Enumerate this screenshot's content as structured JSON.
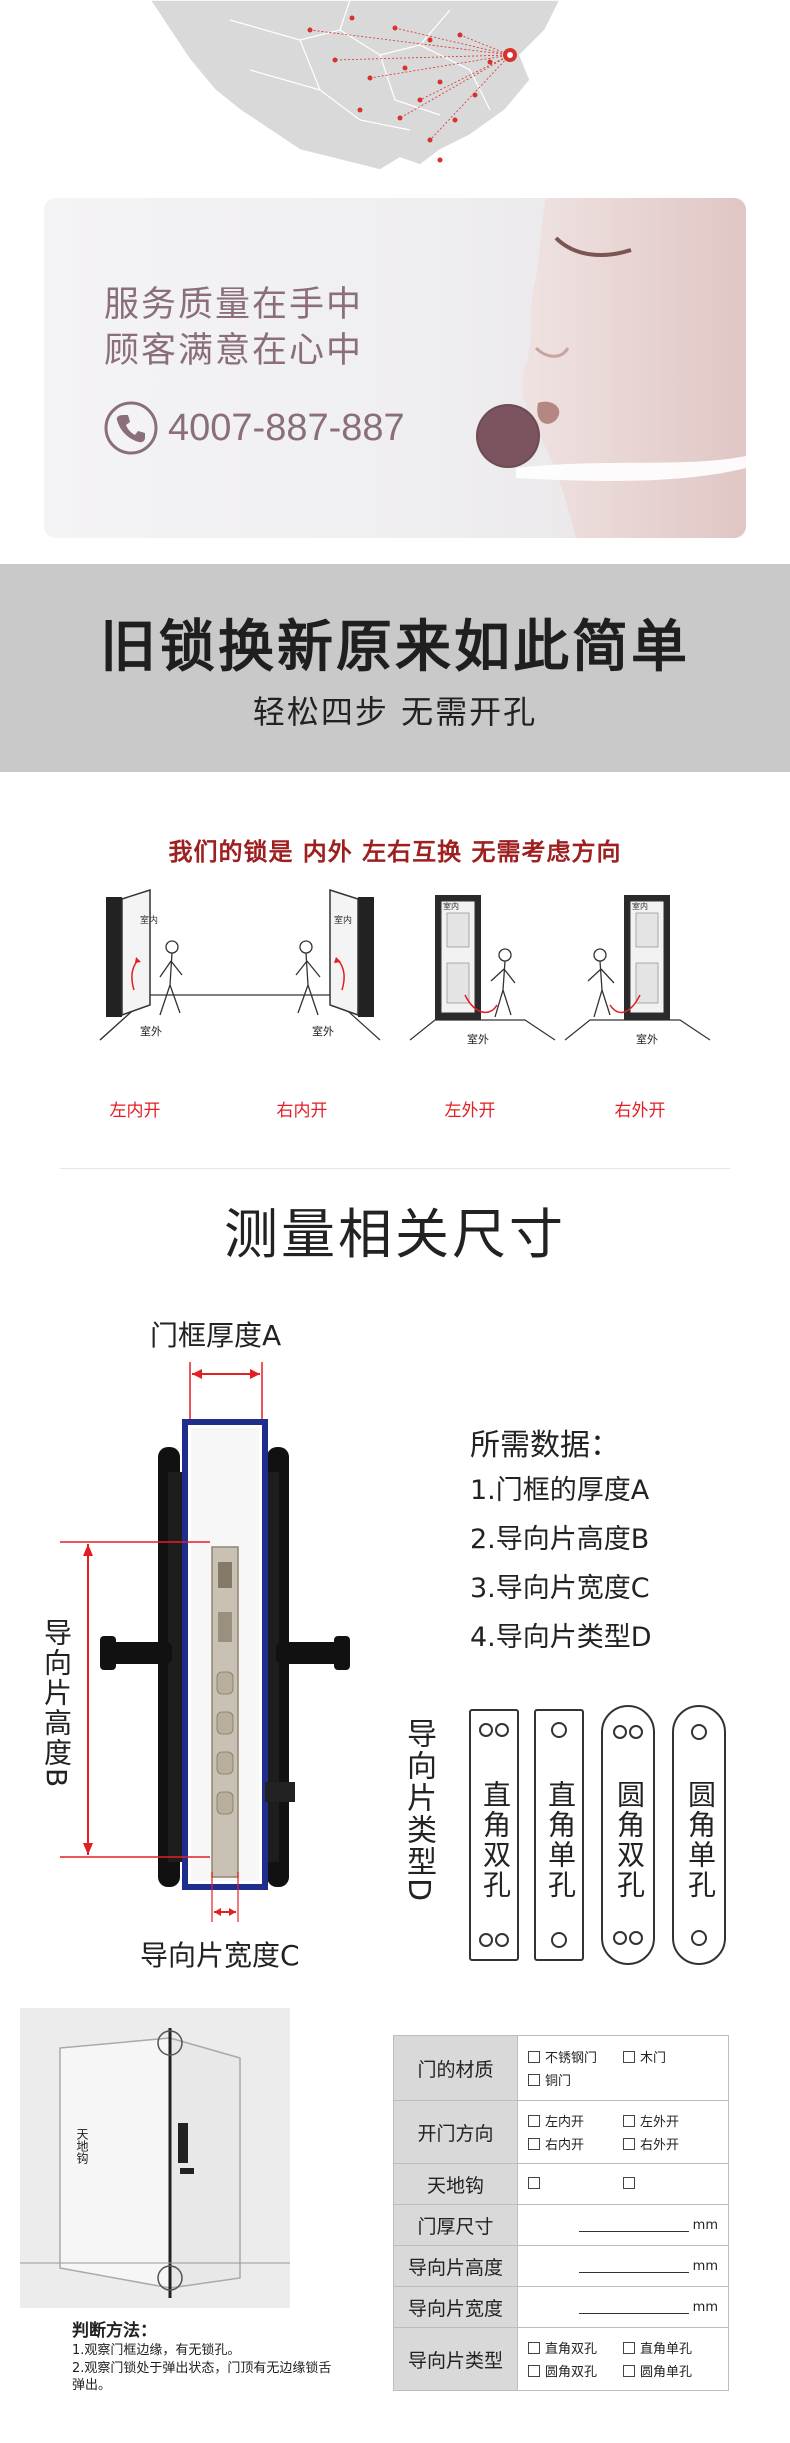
{
  "service": {
    "line1": "服务质量在手中",
    "line2": "顾客满意在心中",
    "phone": "4007-887-887",
    "icon": "phone-icon"
  },
  "banner": {
    "title": "旧锁换新原来如此简单",
    "subtitle": "轻松四步 无需开孔"
  },
  "door_section": {
    "heading": "我们的锁是 内外 左右互换 无需考虑方向",
    "indoor_text": "室内",
    "outdoor_text": "室外",
    "labels": [
      "左内开",
      "右内开",
      "左外开",
      "右外开"
    ]
  },
  "measure": {
    "title": "测量相关尺寸",
    "frame_thickness": "门框厚度A",
    "plate_height": "导向片高度B",
    "plate_width": "导向片宽度C",
    "required_title": "所需数据：",
    "required_items": [
      "1.门框的厚度A",
      "2.导向片高度B",
      "3.导向片宽度C",
      "4.导向片类型D"
    ],
    "plate_type_label": "导向片类型D",
    "plate_types": [
      "直角双孔",
      "直角单孔",
      "圆角双孔",
      "圆角单孔"
    ]
  },
  "check": {
    "photo_text": "天地钩",
    "title": "判断方法：",
    "lines": [
      "1.观察门框边缘，有无锁孔。",
      "2.观察门锁处于弹出状态，门顶有无边缘锁舌弹出。"
    ]
  },
  "form": {
    "material_label": "门的材质",
    "material_options": [
      "不锈钢门",
      "木门",
      "铜门"
    ],
    "direction_label": "开门方向",
    "direction_options": [
      "左内开",
      "左外开",
      "右内开",
      "右外开"
    ],
    "hook_label": "天地钩",
    "thickness_label": "门厚尺寸",
    "height_label": "导向片高度",
    "width_label": "导向片宽度",
    "unit": "mm",
    "type_label": "导向片类型",
    "type_options": [
      "直角双孔",
      "直角单孔",
      "圆角双孔",
      "圆角单孔"
    ]
  }
}
